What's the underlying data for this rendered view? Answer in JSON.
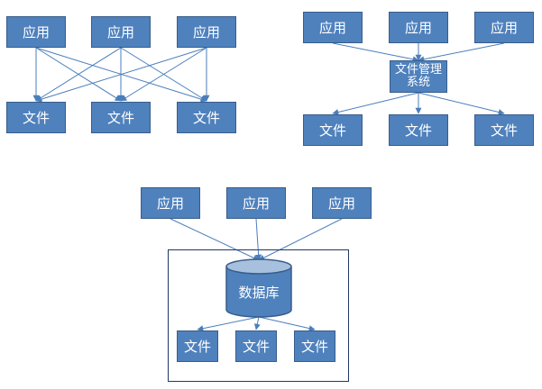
{
  "diagram_a": {
    "apps": [
      "应用",
      "应用",
      "应用"
    ],
    "files": [
      "文件",
      "文件",
      "文件"
    ]
  },
  "diagram_b": {
    "apps": [
      "应用",
      "应用",
      "应用"
    ],
    "manager": "文件管理系统",
    "files": [
      "文件",
      "文件",
      "文件"
    ]
  },
  "diagram_c": {
    "apps": [
      "应用",
      "应用",
      "应用"
    ],
    "database": "数据库",
    "files": [
      "文件",
      "文件",
      "文件"
    ]
  },
  "colors": {
    "box_fill": "#4f81bd",
    "box_border": "#385d8a",
    "connector": "#4a7ebb",
    "frame": "#1f3864"
  }
}
